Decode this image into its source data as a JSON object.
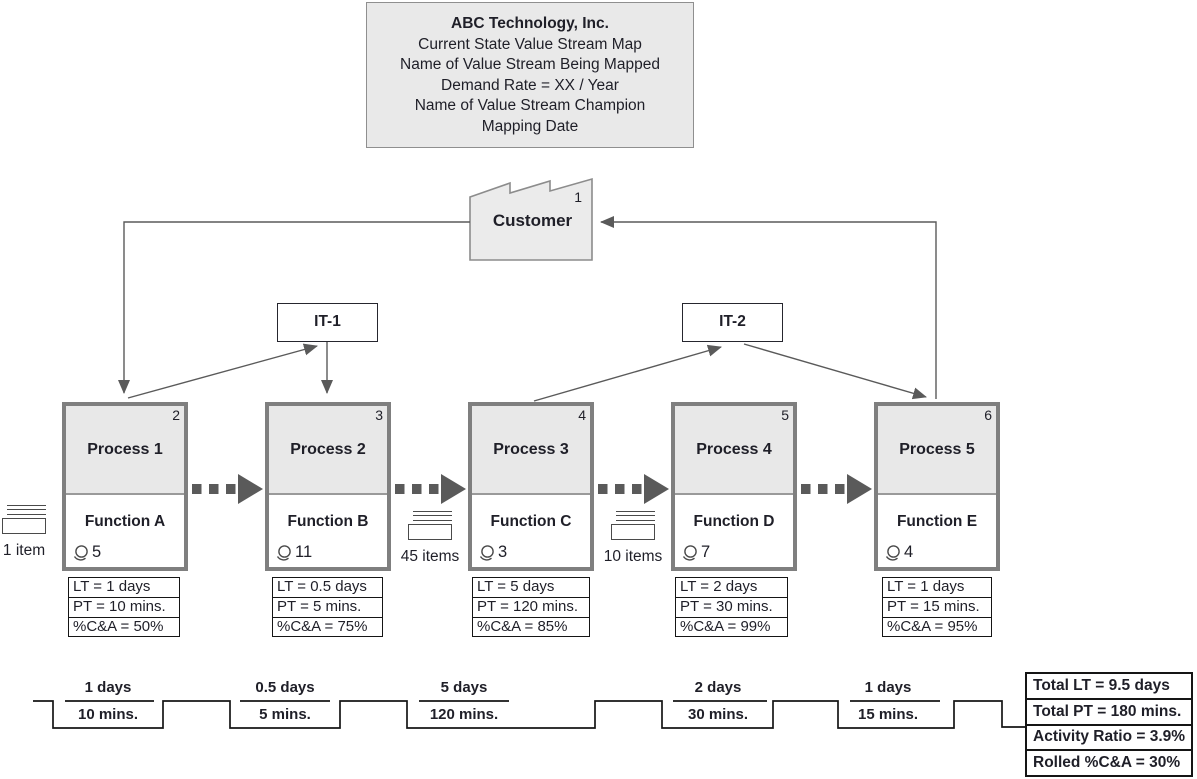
{
  "title_box": {
    "lines": [
      "ABC Technology, Inc.",
      "Current State Value Stream Map",
      "Name of Value Stream Being Mapped",
      "Demand Rate = XX / Year",
      "Name of Value Stream Champion",
      "Mapping Date"
    ]
  },
  "customer": {
    "label": "Customer",
    "number": "1"
  },
  "it_systems": [
    {
      "label": "IT-1"
    },
    {
      "label": "IT-2"
    }
  ],
  "processes": [
    {
      "number": "2",
      "name": "Process 1",
      "function": "Function A",
      "operators": "5",
      "lt": "LT = 1 days",
      "pt": "PT = 10 mins.",
      "ca": "%C&A = 50%"
    },
    {
      "number": "3",
      "name": "Process 2",
      "function": "Function B",
      "operators": "11",
      "lt": "LT = 0.5 days",
      "pt": "PT = 5 mins.",
      "ca": "%C&A = 75%"
    },
    {
      "number": "4",
      "name": "Process 3",
      "function": "Function C",
      "operators": "3",
      "lt": "LT = 5 days",
      "pt": "PT = 120 mins.",
      "ca": "%C&A = 85%"
    },
    {
      "number": "5",
      "name": "Process 4",
      "function": "Function D",
      "operators": "7",
      "lt": "LT = 2 days",
      "pt": "PT = 30 mins.",
      "ca": "%C&A = 99%"
    },
    {
      "number": "6",
      "name": "Process 5",
      "function": "Function E",
      "operators": "4",
      "lt": "LT = 1 days",
      "pt": "PT = 15 mins.",
      "ca": "%C&A = 95%"
    }
  ],
  "inventory": [
    {
      "label": "1 item"
    },
    {
      "label": "45 items"
    },
    {
      "label": "10 items"
    }
  ],
  "timeline": [
    {
      "days": "1 days",
      "mins": "10 mins."
    },
    {
      "days": "0.5 days",
      "mins": "5 mins."
    },
    {
      "days": "5 days",
      "mins": "120 mins."
    },
    {
      "days": "2 days",
      "mins": "30 mins."
    },
    {
      "days": "1 days",
      "mins": "15 mins."
    }
  ],
  "summary": {
    "rows": [
      "Total LT = 9.5 days",
      "Total PT = 180 mins.",
      "Activity Ratio = 3.9%",
      "Rolled %C&A = 30%"
    ]
  },
  "colors": {
    "process_fill": "#e8e8e8",
    "process_border": "#7f7f7f",
    "arrow_gray": "#5a5a5a",
    "line_black": "#151515",
    "title_fill": "#e9e9e9"
  }
}
